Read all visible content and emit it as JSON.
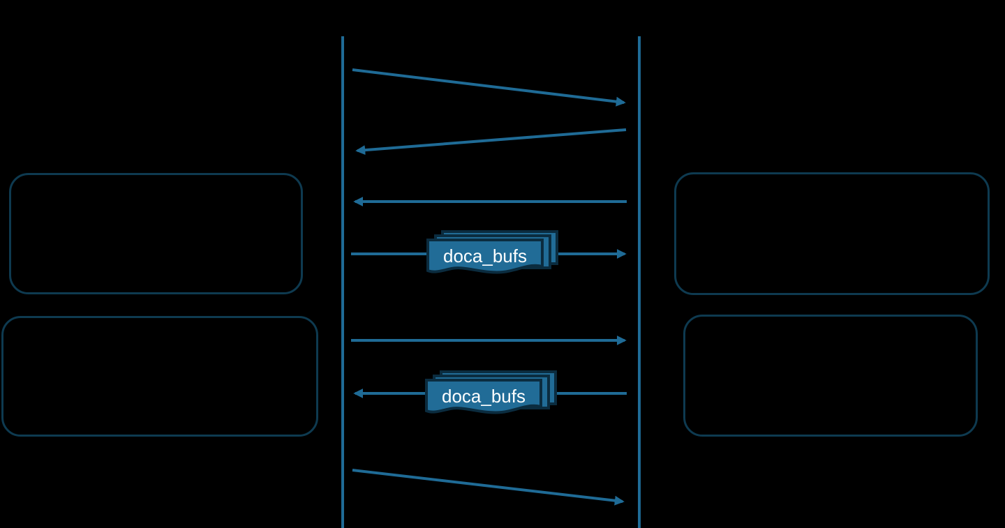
{
  "diagram_type": "sequence-diagram",
  "colors": {
    "background": "#000000",
    "line": "#1F6B96",
    "box_border": "#0E3A50",
    "stack_fill": "#216C97",
    "stack_border": "#0B2C3F",
    "label_text": "#FFFFFF"
  },
  "lifelines": [
    {
      "id": "left-lifeline"
    },
    {
      "id": "right-lifeline"
    }
  ],
  "boxes": [
    {
      "id": "left-top-box"
    },
    {
      "id": "left-bottom-box"
    },
    {
      "id": "right-top-box"
    },
    {
      "id": "right-bottom-box"
    }
  ],
  "arrows": [
    {
      "id": "arrow-1",
      "from": "left",
      "to": "right",
      "shape": "diagonal-down"
    },
    {
      "id": "arrow-2",
      "from": "right",
      "to": "left",
      "shape": "diagonal-down"
    },
    {
      "id": "arrow-3",
      "from": "right",
      "to": "left",
      "shape": "horizontal"
    },
    {
      "id": "arrow-4",
      "from": "left",
      "to": "right",
      "shape": "horizontal",
      "through": "doca_bufs"
    },
    {
      "id": "arrow-5",
      "from": "left",
      "to": "right",
      "shape": "horizontal"
    },
    {
      "id": "arrow-6",
      "from": "right",
      "to": "left",
      "shape": "horizontal",
      "through": "doca_bufs"
    },
    {
      "id": "arrow-7",
      "from": "left",
      "to": "right",
      "shape": "diagonal-down"
    }
  ],
  "stacks": [
    {
      "label": "doca_bufs"
    },
    {
      "label": "doca_bufs"
    }
  ]
}
